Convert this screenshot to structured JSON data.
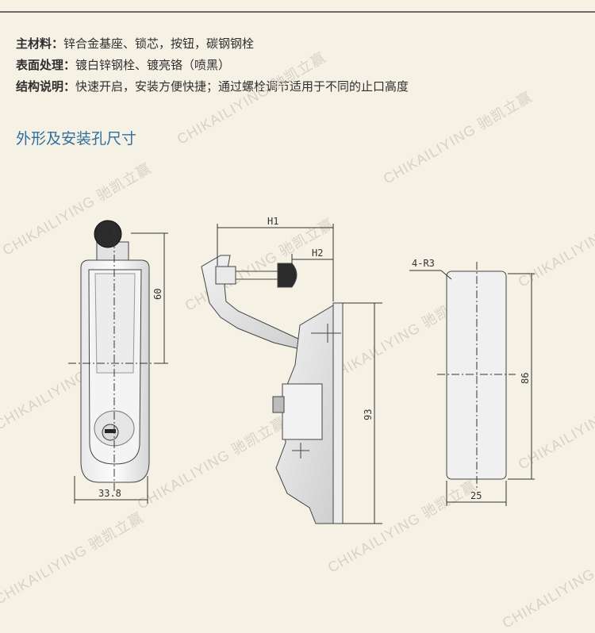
{
  "specs": [
    {
      "label": "主材料：",
      "value": "锌合金基座、锁芯，按钮，碳钢钢栓"
    },
    {
      "label": "表面处理：",
      "value": "镀白锌钢栓、镀亮铬（喷黑）"
    },
    {
      "label": "结构说明：",
      "value": "快速开启，安装方便快捷；通过螺栓调节适用于不同的止口高度"
    }
  ],
  "section_title": "外形及安装孔尺寸",
  "watermark": "CHIKAILIYING 驰凯立赢",
  "dims": {
    "front_height": "60",
    "front_width": "33.8",
    "side_h1": "H1",
    "side_h2": "H2",
    "side_height": "93",
    "cutout_radius": "4-R3",
    "cutout_height": "86",
    "cutout_width": "25"
  }
}
